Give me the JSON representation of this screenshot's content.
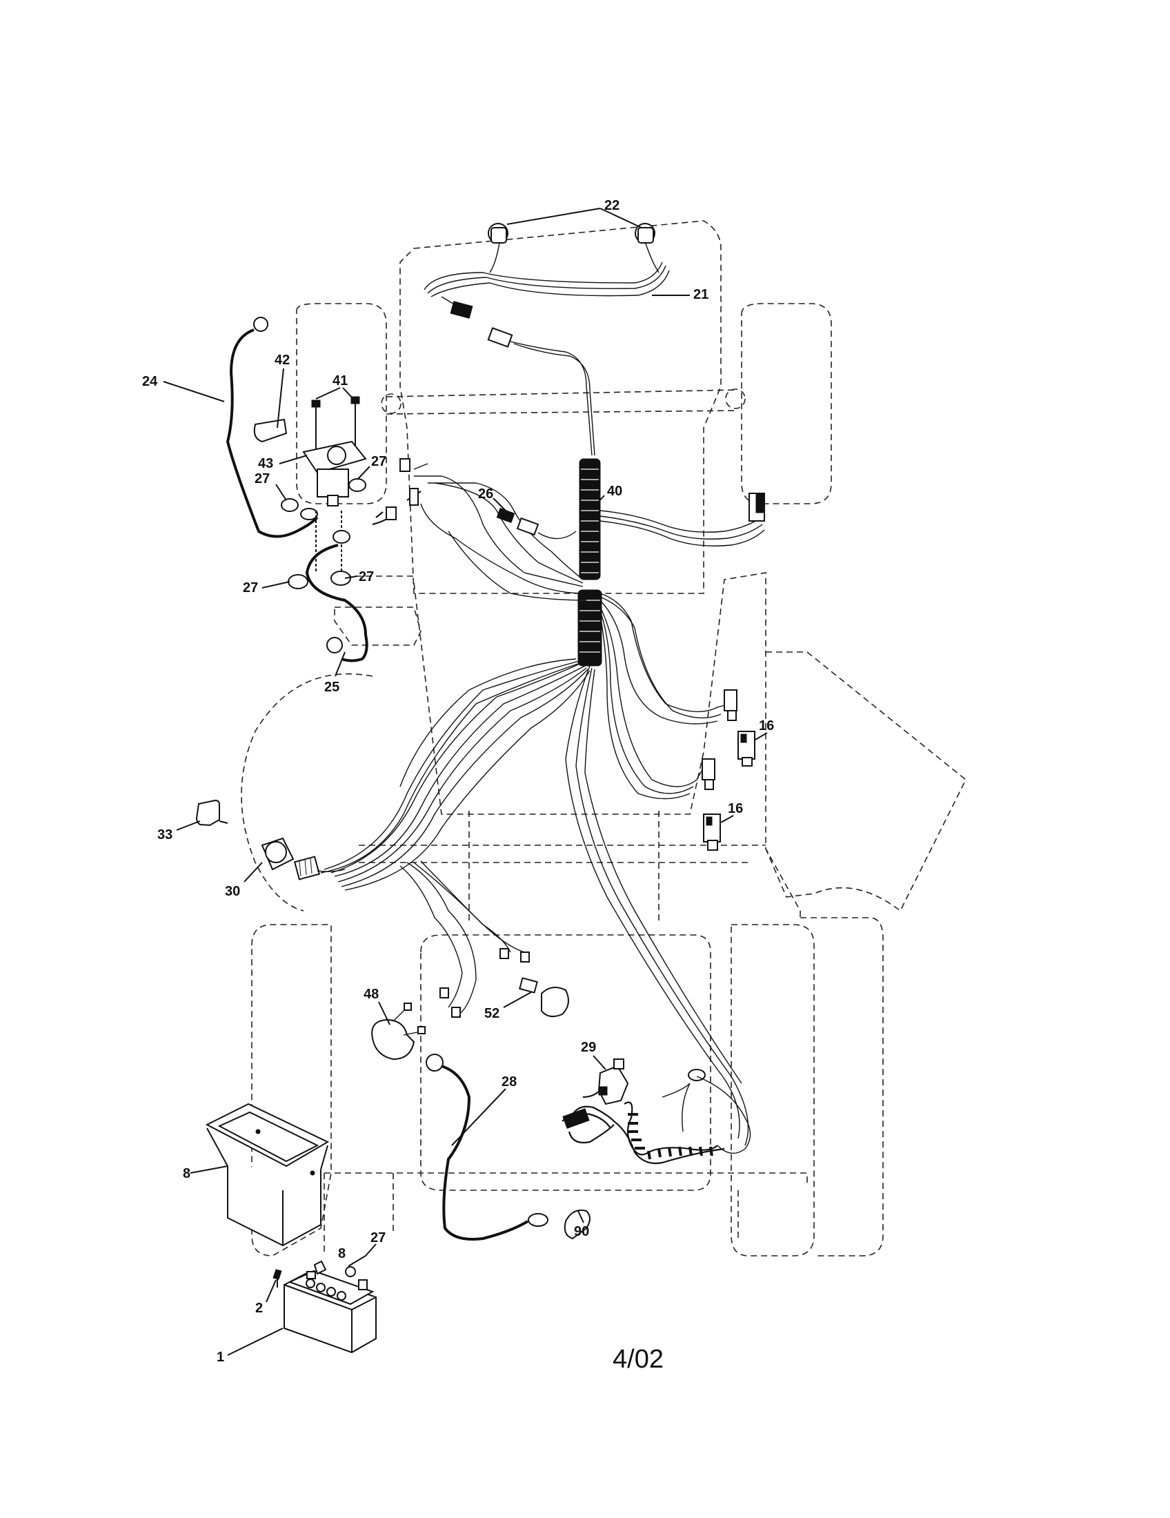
{
  "labels": {
    "p1": "1",
    "p2": "2",
    "p8": "8",
    "p8b": "8",
    "p16a": "16",
    "p16b": "16",
    "p21": "21",
    "p22": "22",
    "p24": "24",
    "p25": "25",
    "p26": "26",
    "p27a": "27",
    "p27b": "27",
    "p27c": "27",
    "p27d": "27",
    "p27e": "27",
    "p28": "28",
    "p29": "29",
    "p30": "30",
    "p33": "33",
    "p40": "40",
    "p41": "41",
    "p42": "42",
    "p43": "43",
    "p48": "48",
    "p52": "52",
    "p90": "90"
  },
  "footer": {
    "date": "4/02"
  }
}
